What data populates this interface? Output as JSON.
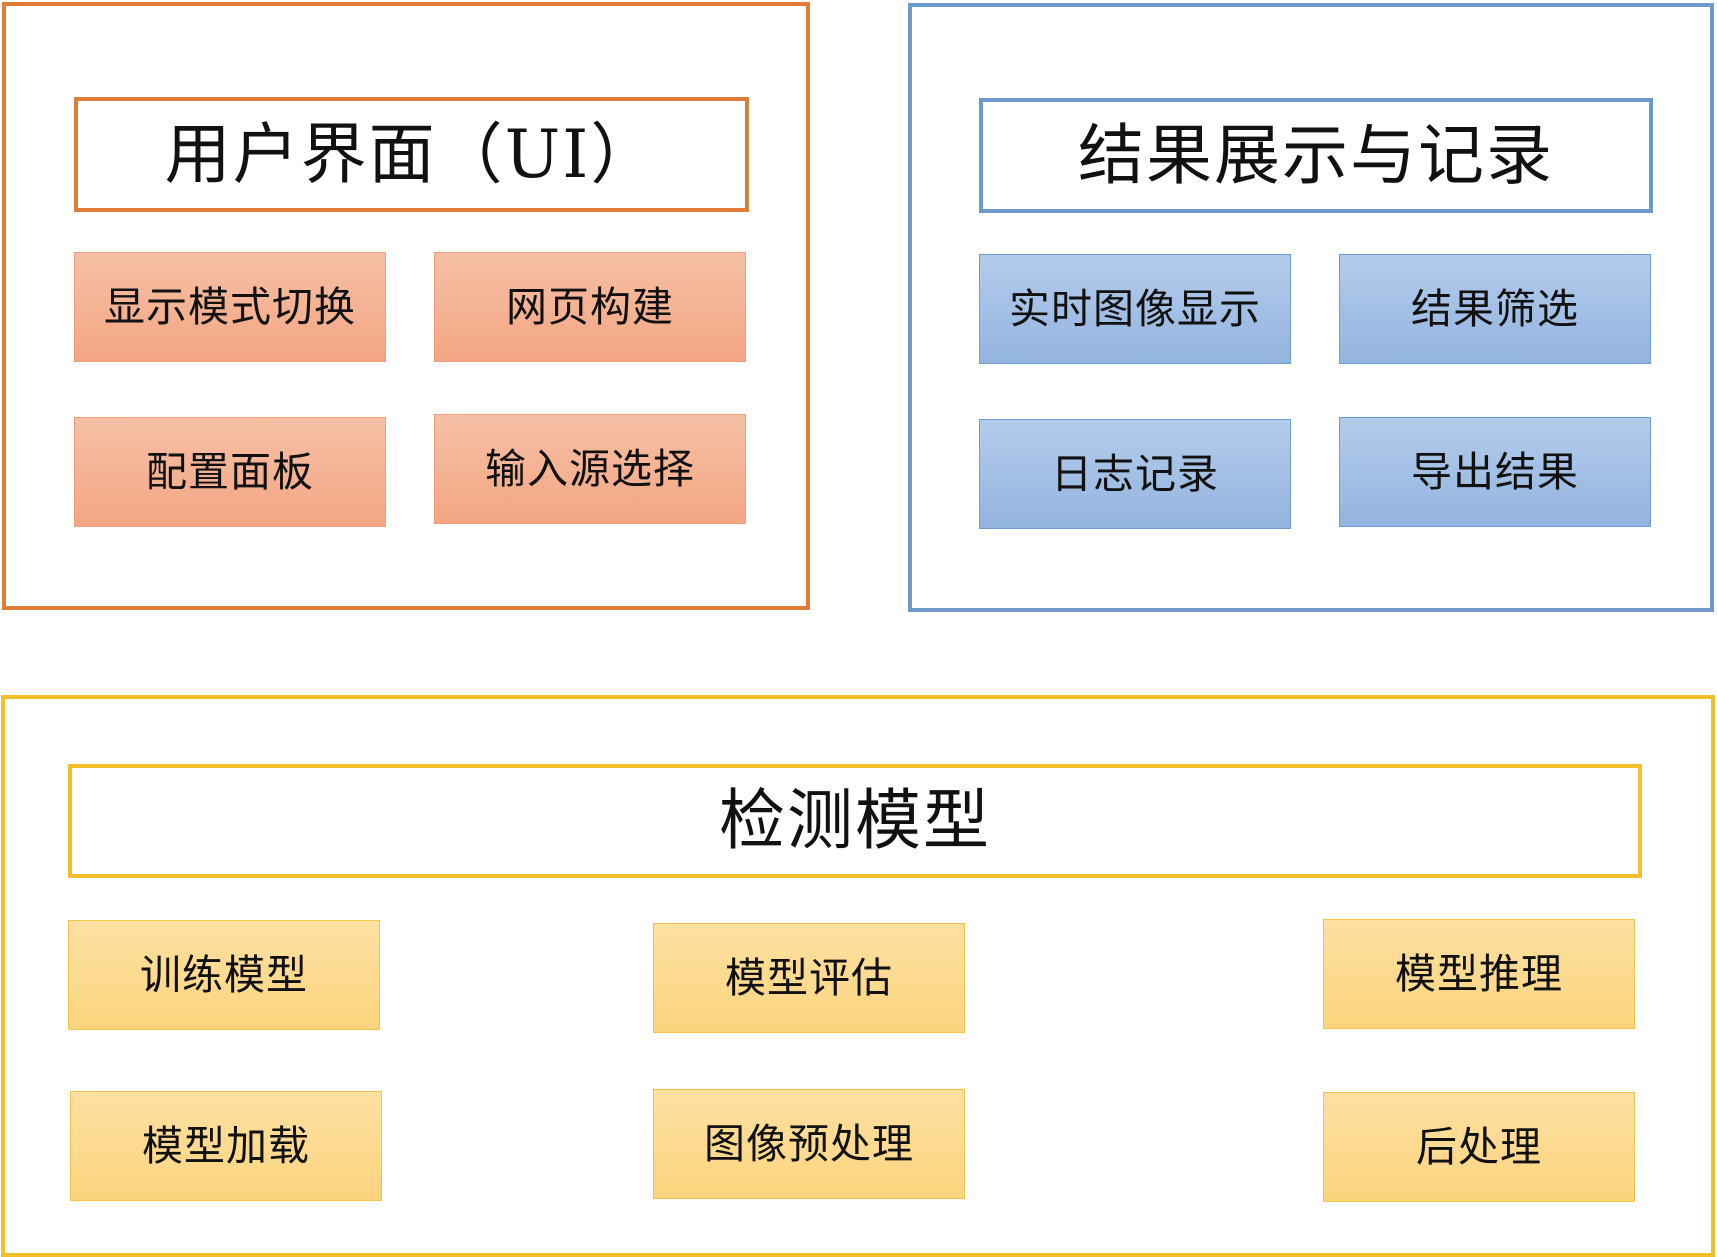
{
  "groups": {
    "ui": {
      "title": "用户界面（UI）",
      "items": [
        "显示模式切换",
        "网页构建",
        "配置面板",
        "输入源选择"
      ]
    },
    "results": {
      "title": "结果展示与记录",
      "items": [
        "实时图像显示",
        "结果筛选",
        "日志记录",
        "导出结果"
      ]
    },
    "model": {
      "title": "检测模型",
      "items": [
        "训练模型",
        "模型评估",
        "模型推理",
        "模型加载",
        "图像预处理",
        "后处理"
      ]
    }
  },
  "colors": {
    "ui_border": "#E27A38",
    "ui_fill": "#F4B08F",
    "results_border": "#6E9ACB",
    "results_fill": "#A3BFE6",
    "model_border": "#F2BF2A",
    "model_fill": "#FDDA8E"
  }
}
